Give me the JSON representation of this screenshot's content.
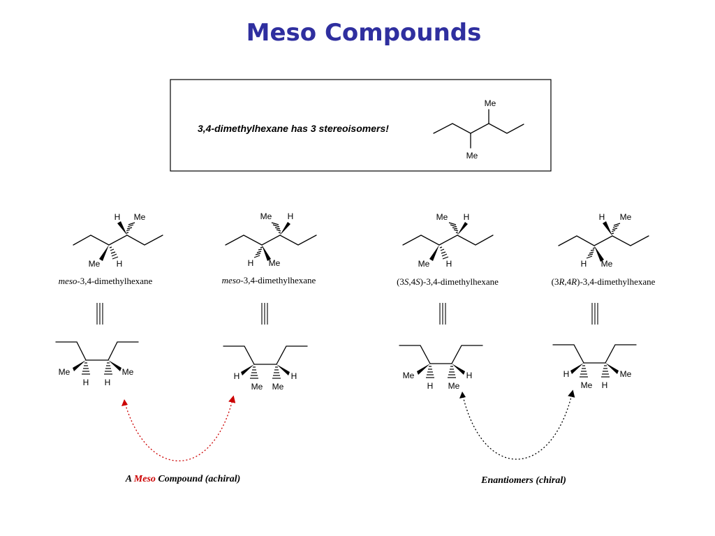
{
  "title": "Meso Compounds",
  "box": {
    "text": "3,4-dimethylhexane has 3 stereoisomers!",
    "me_top": "Me",
    "me_bottom": "Me"
  },
  "structures": [
    {
      "name_prefix": "meso",
      "name_suffix": "-3,4-dimethylhexane",
      "top": {
        "left": "H",
        "right": "Me"
      },
      "bottom": {
        "left": "Me",
        "right": "H"
      },
      "fischer": {
        "left_sub": "Me",
        "left_h": "H",
        "right_h": "H",
        "right_sub": "Me"
      }
    },
    {
      "name_prefix": "meso",
      "name_suffix": "-3,4-dimethylhexane",
      "top": {
        "left": "Me",
        "right": "H"
      },
      "bottom": {
        "left": "H",
        "right": "Me"
      },
      "fischer": {
        "left_sub": "H",
        "left_h": "Me",
        "right_h": "Me",
        "right_sub": "H"
      }
    },
    {
      "name_open": "(3",
      "name_s1": "S",
      "name_mid": ",4",
      "name_s2": "S",
      "name_close": ")-3,4-dimethylhexane",
      "top": {
        "left": "Me",
        "right": "H"
      },
      "bottom": {
        "left": "Me",
        "right": "H"
      },
      "fischer": {
        "left_sub": "Me",
        "left_h": "H",
        "right_h": "Me",
        "right_sub": "H"
      }
    },
    {
      "name_open": "(3",
      "name_s1": "R",
      "name_mid": ",4",
      "name_s2": "R",
      "name_close": ")-3,4-dimethylhexane",
      "top": {
        "left": "H",
        "right": "Me"
      },
      "bottom": {
        "left": "H",
        "right": "Me"
      },
      "fischer": {
        "left_sub": "H",
        "left_h": "Me",
        "right_h": "H",
        "right_sub": "Me"
      }
    }
  ],
  "captions": {
    "meso_a": "A ",
    "meso_word": "Meso",
    "meso_rest": " Compound (achiral)",
    "enantiomers": "Enantiomers (chiral)"
  },
  "colors": {
    "title": "#2f2f9f",
    "meso_accent": "#cc0000",
    "arrow_red": "#cc0000",
    "arrow_black": "#000000"
  }
}
